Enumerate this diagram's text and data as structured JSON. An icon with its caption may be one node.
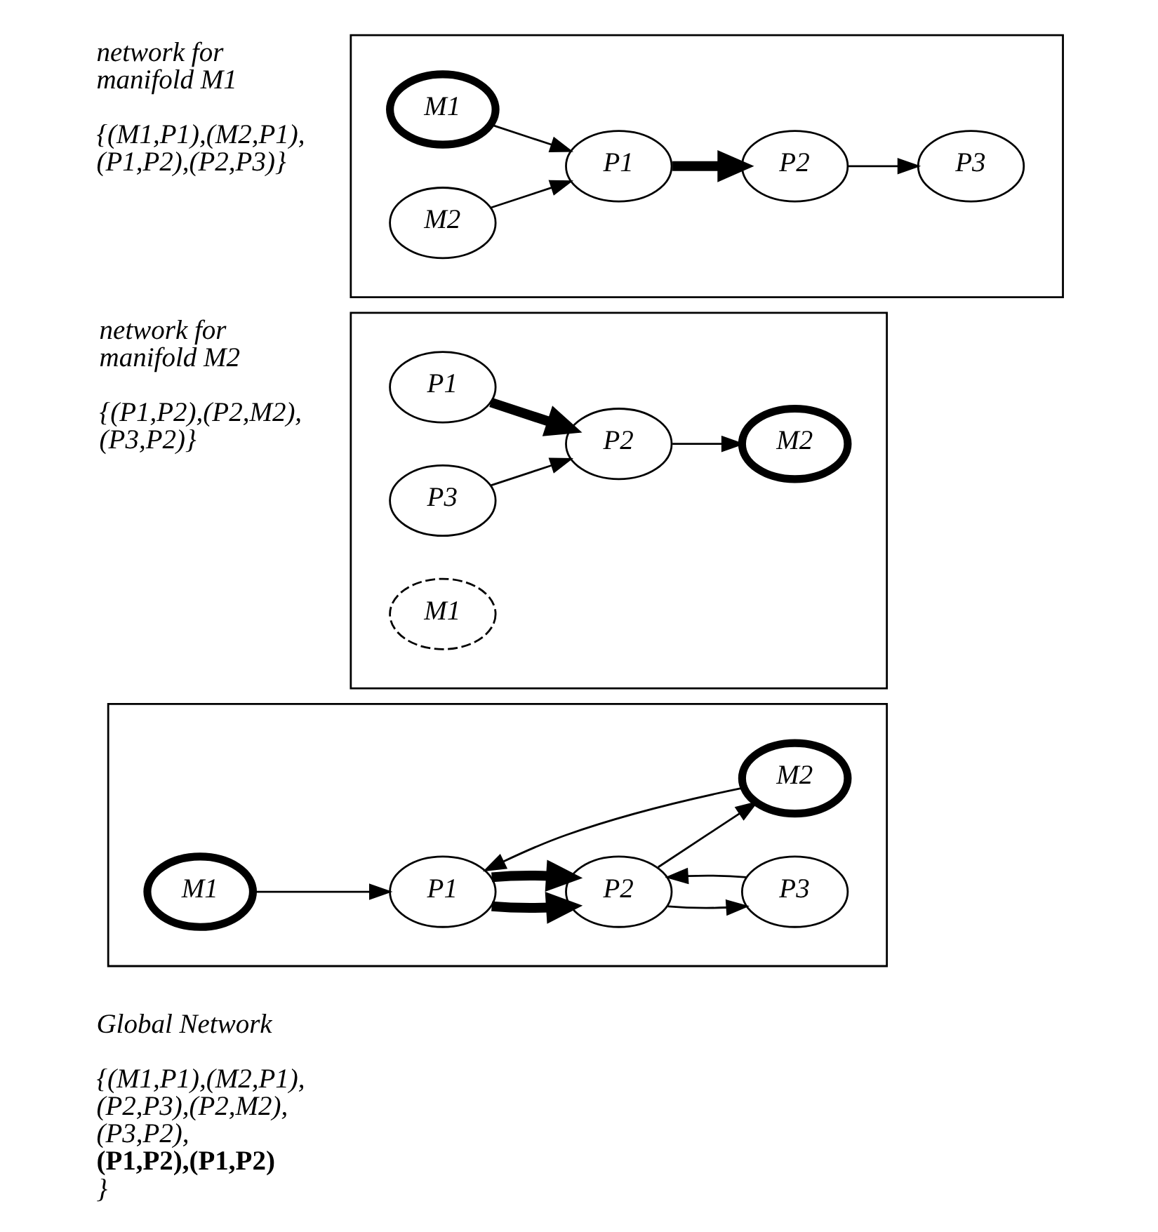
{
  "diagram": {
    "nodes": [
      {
        "text": [],
        "shape": "box",
        "beside": [
          "network for manifold M1",
          "{(M1,P1),(M2,P1), (P1,P2),(P2,P3)}"
        ]
      },
      {
        "text": [
          "M1"
        ],
        "in": 0
      },
      {
        "text": [
          "M2"
        ],
        "in": 0
      },
      {
        "text": [
          "P1"
        ],
        "in": 0
      },
      {
        "text": [
          "P2"
        ],
        "in": 0
      },
      {
        "text": [
          "P3"
        ],
        "in": 0
      },
      {
        "text": [],
        "shape": "box",
        "beside": [
          "network for manifold M2",
          "{(P1,P2),(P2,M2), (P3,P2)}"
        ]
      },
      {
        "text": [
          "P1"
        ],
        "in": 6
      },
      {
        "text": [
          "P2"
        ],
        "in": 6
      },
      {
        "text": [
          "P3"
        ],
        "in": 6
      },
      {
        "text": [
          "M1"
        ],
        "in": 6
      },
      {
        "text": [
          "M2"
        ],
        "in": 6
      },
      {
        "text": [],
        "shape": "box",
        "beside": [
          "Global Network",
          "{(M1,P1),(M2,P1), (P2,P3),(P2,M2), (P3,P2), **(P1,P2),(P1,P2)** }"
        ]
      },
      {
        "text": [
          "P1"
        ],
        "in": 12
      },
      {
        "text": [
          "P2"
        ],
        "in": 12
      },
      {
        "text": [
          "P3"
        ],
        "in": 12
      },
      {
        "text": [
          "M1"
        ],
        "in": 12
      },
      {
        "text": [
          "M2"
        ],
        "in": 12
      }
    ],
    "edges": [
      {
        "from": 1,
        "to": 3,
        "arrow": "to"
      },
      {
        "from": 2,
        "to": 3,
        "arrow": "to"
      },
      {
        "from": 3,
        "to": 4,
        "arrow": "to",
        "style": "thick"
      },
      {
        "from": 4,
        "to": 5,
        "arrow": "to"
      },
      {
        "from": 7,
        "to": 8,
        "arrow": "to",
        "style": "thick"
      },
      {
        "from": 8,
        "to": 11,
        "arrow": "to"
      },
      {
        "from": 9,
        "to": 8,
        "arrow": "to"
      },
      {
        "from": 16,
        "to": 13,
        "arrow": "to"
      },
      {
        "from": 17,
        "to": 13,
        "arrow": "to"
      },
      {
        "from": 13,
        "to": 14,
        "arrow": "to",
        "style": "thick"
      },
      {
        "from": 13,
        "to": 14,
        "arrow": "to",
        "style": "thick"
      },
      {
        "from": 14,
        "to": 15,
        "arrow": "to"
      },
      {
        "from": 15,
        "to": 14,
        "arrow": "to"
      },
      {
        "from": 14,
        "to": 17,
        "arrow": "to"
      }
    ]
  }
}
